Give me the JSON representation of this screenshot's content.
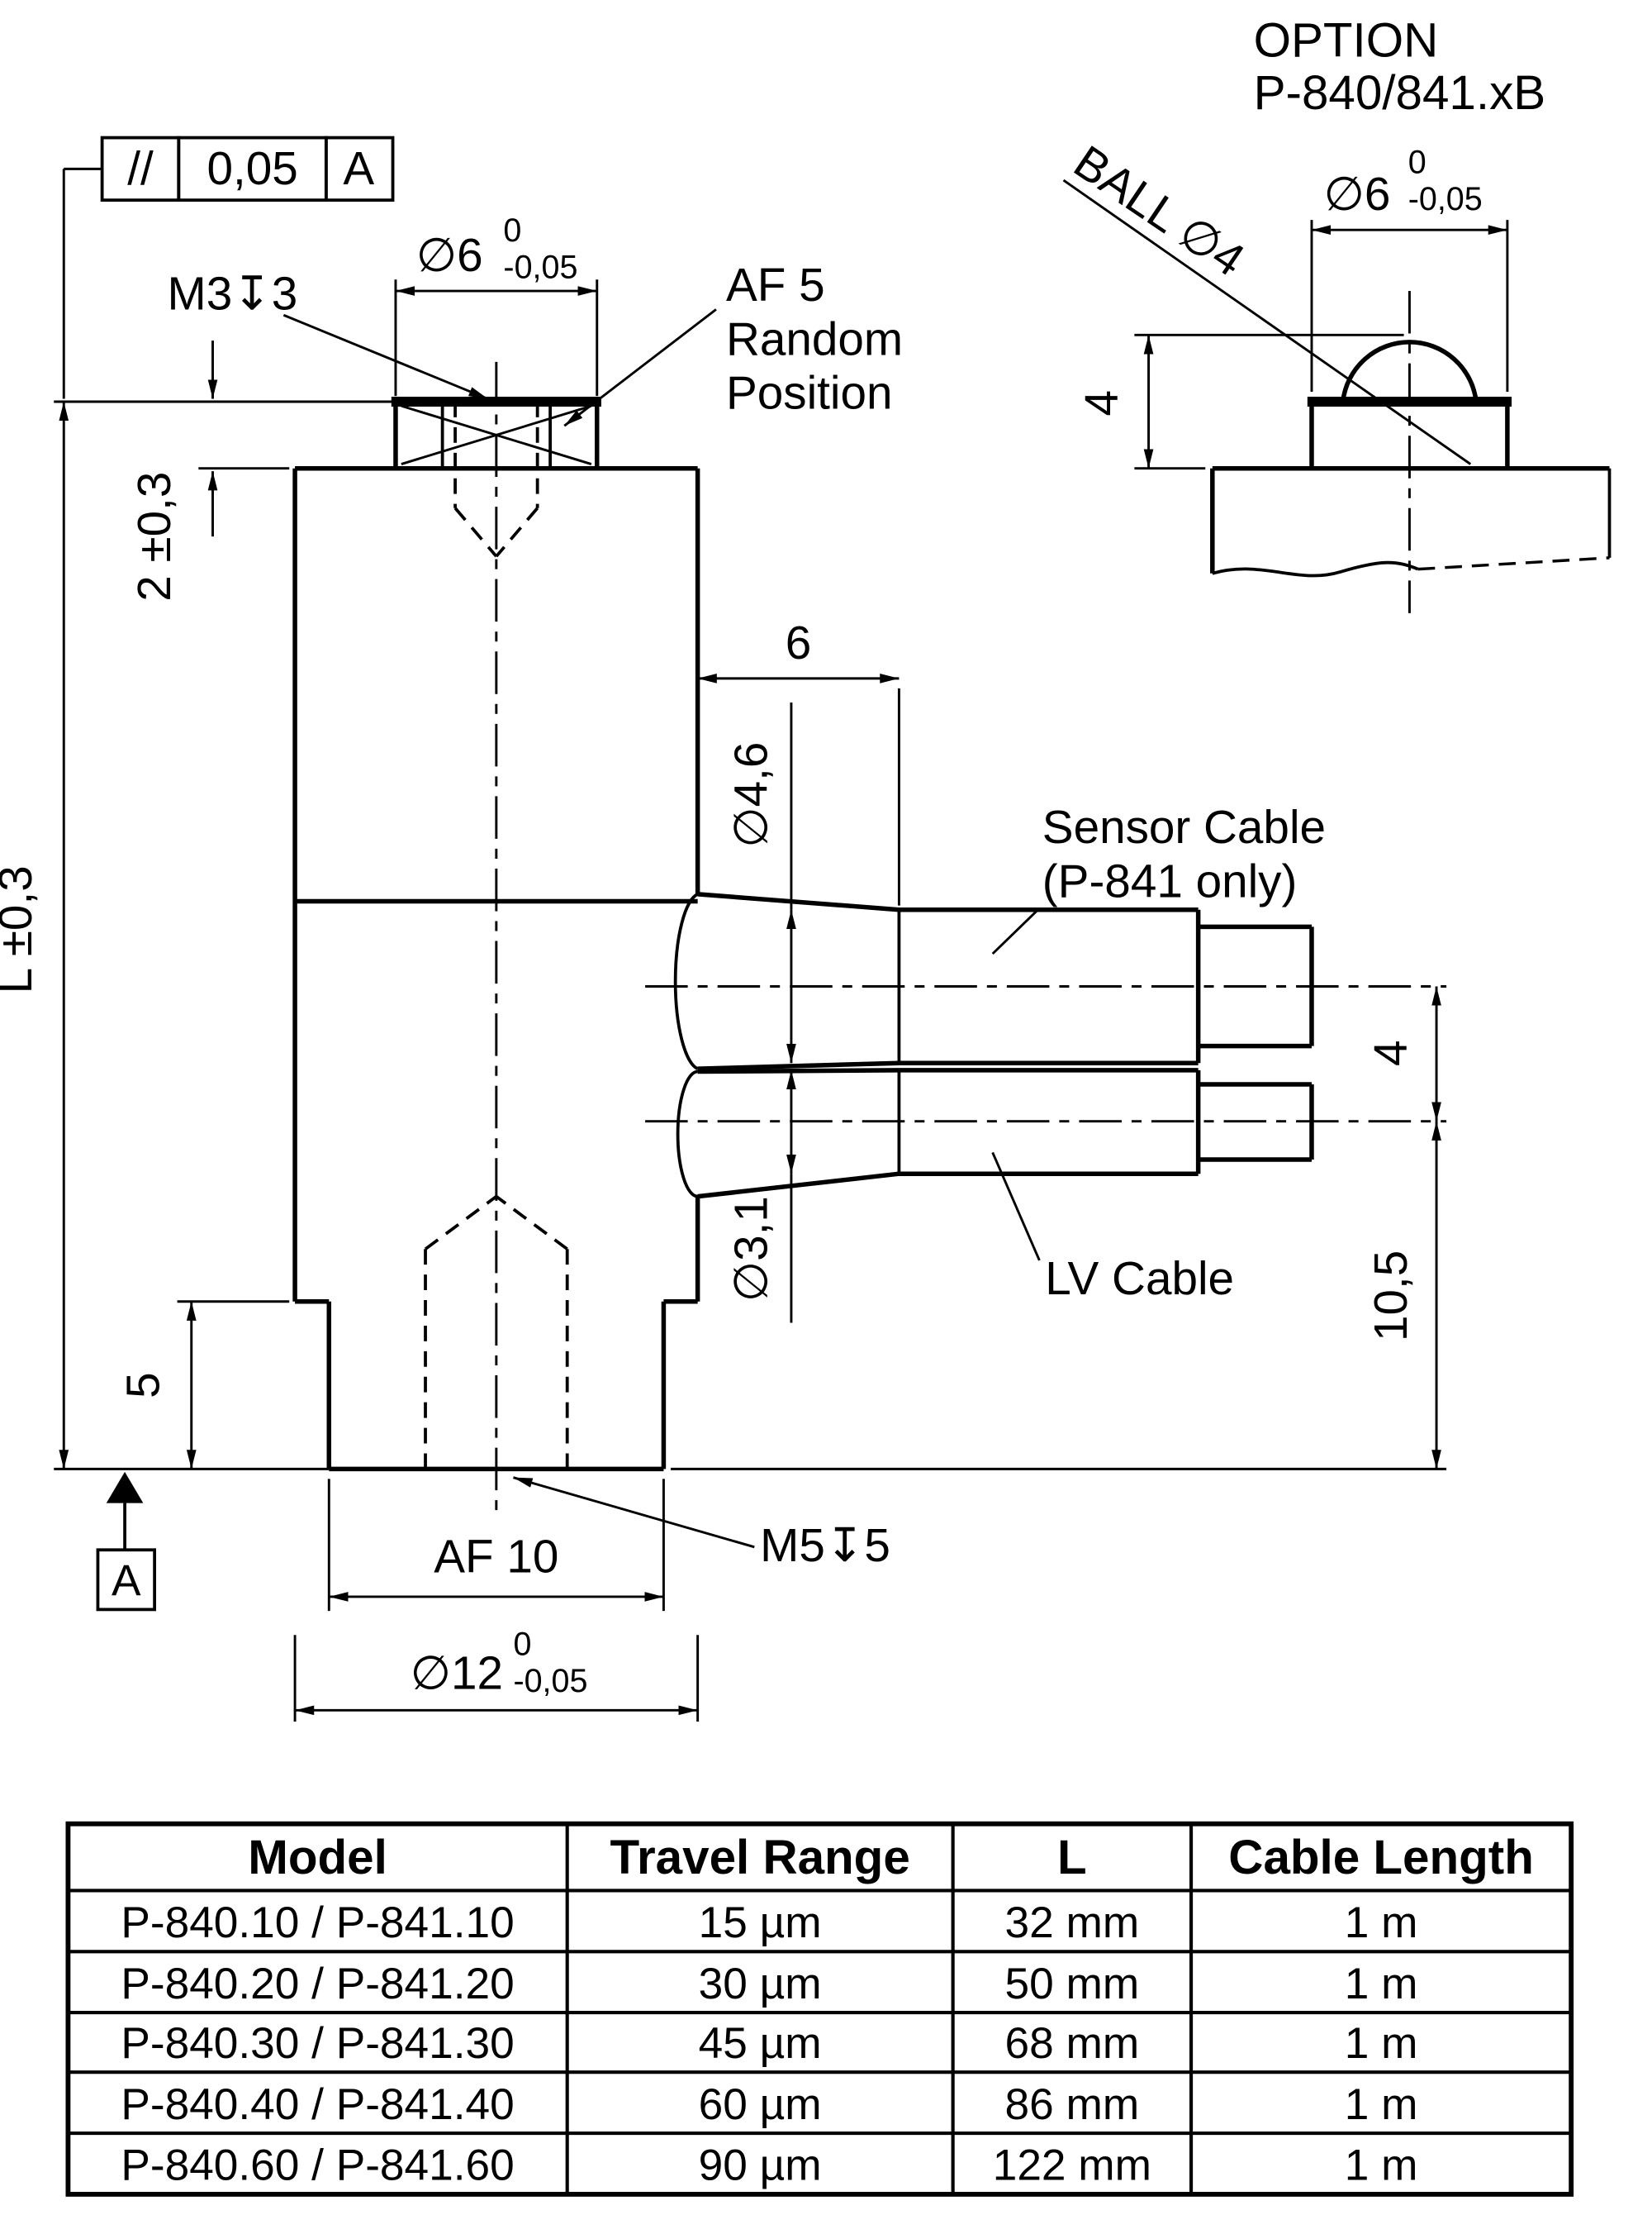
{
  "drawing": {
    "option": {
      "title": "OPTION",
      "subtitle": "P-840/841.xB"
    },
    "tolerance_frame": {
      "symbol": "//",
      "value": "0,05",
      "datum": "A"
    },
    "dims": {
      "dia6_top": "∅6",
      "dia6_top_upper": "0",
      "dia6_top_lower": "-0,05",
      "m3": "M3↧3",
      "af5_1": "AF 5",
      "af5_2": "Random",
      "af5_3": "Position",
      "dim2": "2 ±0,3",
      "dimL": "L ±0,3",
      "dim6": "6",
      "dia46": "∅4,6",
      "dia31": "∅3,1",
      "sensor_cable_1": "Sensor Cable",
      "sensor_cable_2": "(P-841 only)",
      "lv_cable": "LV Cable",
      "dim4_cables": "4",
      "dim105": "10,5",
      "dim5": "5",
      "af10": "AF 10",
      "m5": "M5↧5",
      "dia12": "∅12",
      "dia12_upper": "0",
      "dia12_lower": "-0,05",
      "datum": "A",
      "ball": "BALL  ∅4",
      "dia6_ball": "∅6",
      "dia6_ball_upper": "0",
      "dia6_ball_lower": "-0,05",
      "dim4_ball": "4"
    }
  },
  "table": {
    "headers": [
      "Model",
      "Travel Range",
      "L",
      "Cable Length"
    ],
    "rows": [
      [
        "P-840.10 / P-841.10",
        "15 µm",
        "32 mm",
        "1 m"
      ],
      [
        "P-840.20 / P-841.20",
        "30 µm",
        "50 mm",
        "1 m"
      ],
      [
        "P-840.30 / P-841.30",
        "45 µm",
        "68 mm",
        "1 m"
      ],
      [
        "P-840.40 / P-841.40",
        "60 µm",
        "86 mm",
        "1 m"
      ],
      [
        "P-840.60 / P-841.60",
        "90 µm",
        "122 mm",
        "1 m"
      ]
    ]
  }
}
